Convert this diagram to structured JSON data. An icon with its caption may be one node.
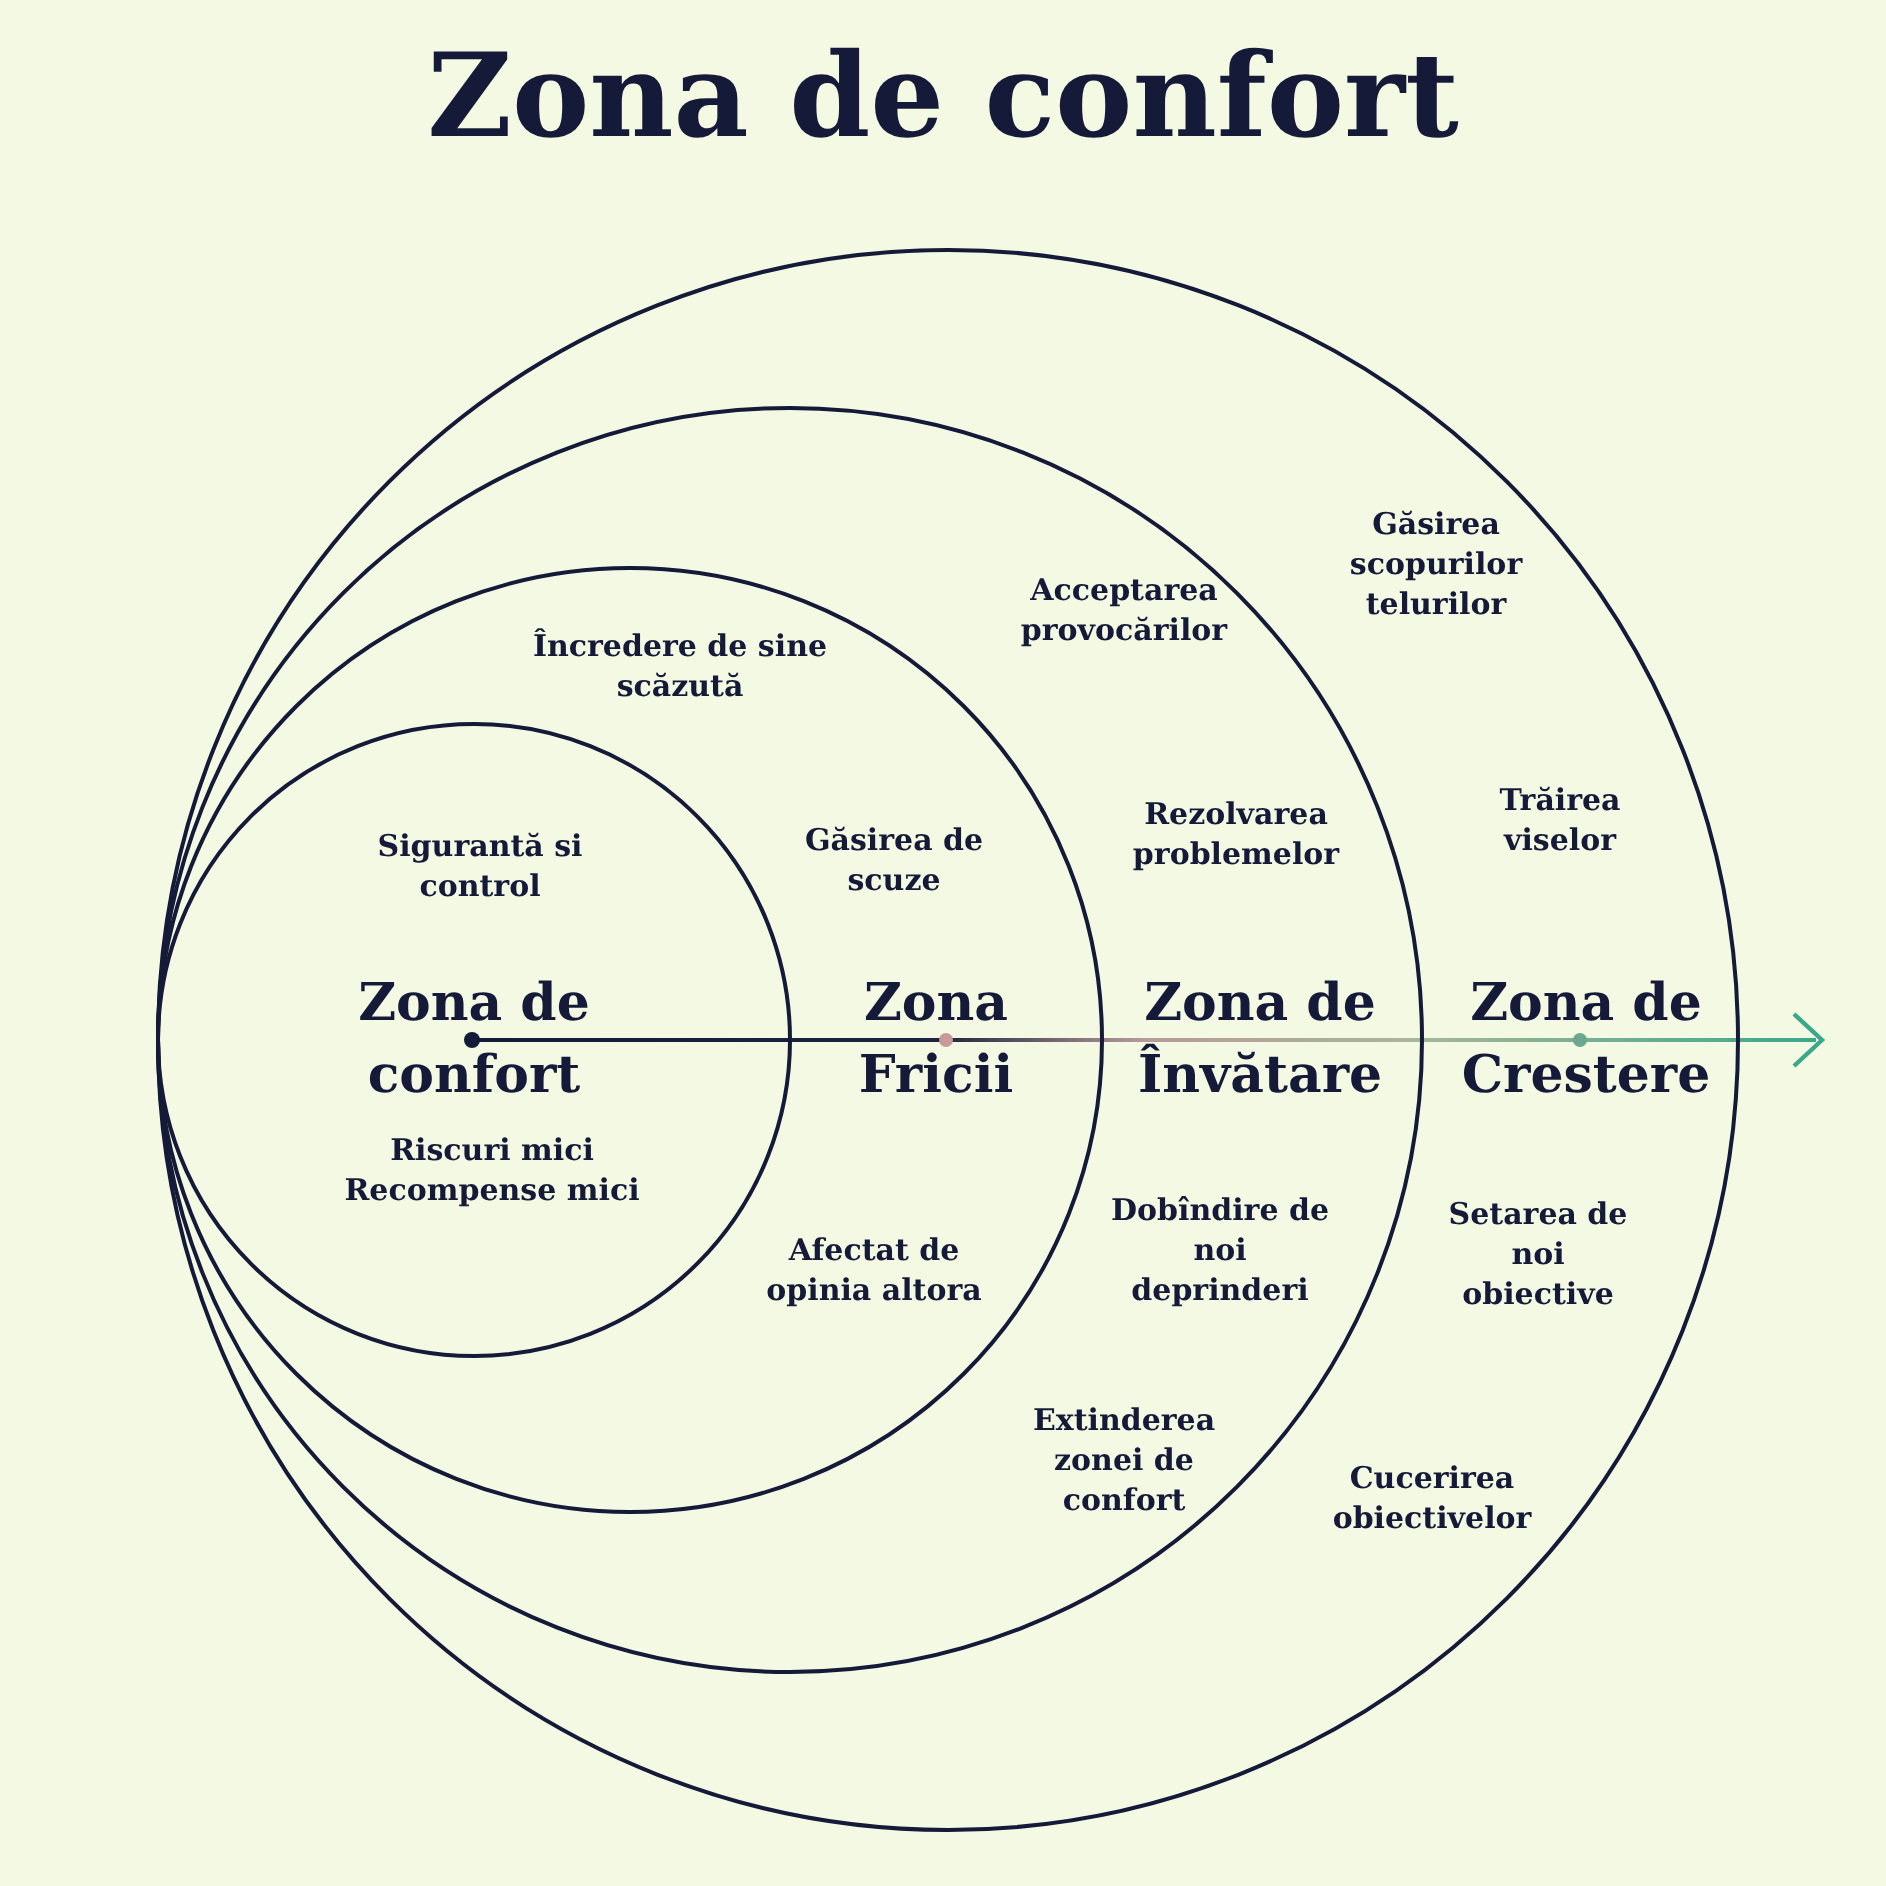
{
  "diagram": {
    "title": "Zona de confort",
    "nodes": [
      {
        "text": [
          "Găsirea scopurilor telurilor",
          "Trăirea viselor",
          "Zona de Crestere",
          "Setarea de noi obiective",
          "Cucerirea obiectivelor"
        ]
      },
      {
        "text": [
          "Acceptarea provocărilor",
          "Rezolvarea problemelor",
          "Zona de Învătare",
          "Dobîndire de noi deprinderi",
          "Extinderea zonei de confort"
        ],
        "in": 0
      },
      {
        "text": [
          "Încredere de sine scăzută",
          "Găsirea de scuze",
          "Zona Fricii",
          "Afectat de opinia altora"
        ],
        "in": 1
      },
      {
        "text": [
          "Sigurantă si control",
          "Zona de confort",
          "Riscuri mici Recompense mici"
        ],
        "in": 2
      }
    ],
    "edges": []
  }
}
